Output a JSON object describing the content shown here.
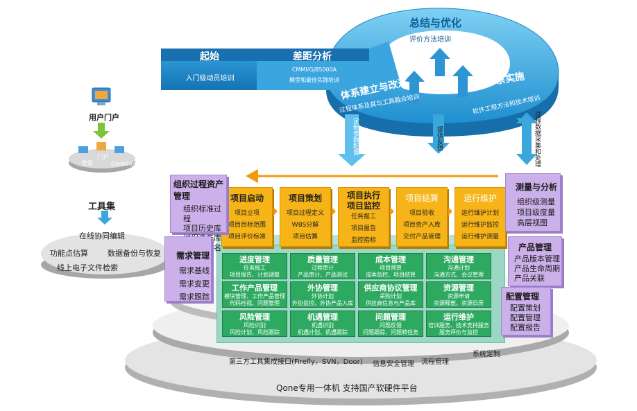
{
  "cycle": {
    "start": {
      "title": "起始",
      "sub": "入门级动员培训"
    },
    "gap": {
      "title": "差距分析",
      "sub1": "CMMI/GJB5000A",
      "sub2": "模型和最佳实践培训"
    },
    "summary": {
      "title": "总结与优化",
      "sub": "评价方法培训"
    },
    "build": {
      "title": "体系建立与改进",
      "sub": "过程体系及其与工具融合培训"
    },
    "implement": {
      "title": "体系实施",
      "sub": "软件工程方法和技术培训"
    },
    "arrow_labels": {
      "define": "定制参数配置",
      "feedback": "提供反馈",
      "collect": "过程数据采集和处理"
    }
  },
  "user_portal": {
    "label": "用户门户",
    "login": "登录",
    "portal": "门户",
    "dashboard": "DashBoard"
  },
  "toolset": {
    "title": "工具集",
    "items": [
      "在线协同编辑",
      "功能点估算",
      "数据备份与恢复",
      "线上电子文件检索"
    ]
  },
  "left_panels": {
    "assets": {
      "title": "组织过程资产管理",
      "items": [
        "组织标准过程",
        "项目历史库",
        "过程资产库",
        "合格供应名录"
      ]
    },
    "req": {
      "title": "需求管理",
      "items": [
        "需求基线",
        "需求变更",
        "需求跟踪"
      ]
    }
  },
  "right_panels": {
    "measure": {
      "title": "测量与分析",
      "items": [
        "组织级测量",
        "项目级度量",
        "高层视图"
      ]
    },
    "product": {
      "title": "产品管理",
      "items": [
        "产品版本管理",
        "产品生命周期",
        "产品关联"
      ]
    },
    "config": {
      "title": "配置管理",
      "items": [
        "配置策划",
        "配置管理",
        "配置报告"
      ]
    }
  },
  "phases": [
    {
      "title": "项目启动",
      "items": [
        "项目立项",
        "项目目标范围",
        "项目评价标准"
      ]
    },
    {
      "title": "项目策划",
      "items": [
        "项目过程定义",
        "WBS分解",
        "项目估算"
      ]
    },
    {
      "title": "项目执行\n项目监控",
      "items": [
        "任务报工",
        "项目报告",
        "监控指标"
      ]
    },
    {
      "title": "项目结算",
      "items": [
        "项目验收",
        "项目资产入库",
        "交付产品管理"
      ]
    },
    {
      "title": "运行维护",
      "items": [
        "运行维护计划",
        "运行维护监控",
        "运行维护测量"
      ]
    }
  ],
  "grid": [
    {
      "title": "进度管理",
      "sub": [
        "任务报工",
        "项目报告、计划调整"
      ]
    },
    {
      "title": "质量管理",
      "sub": [
        "过程审计",
        "产品审计、产品测试"
      ]
    },
    {
      "title": "成本管理",
      "sub": [
        "项目预算",
        "成本监控、项目结算"
      ]
    },
    {
      "title": "沟通管理",
      "sub": [
        "沟通计划",
        "沟通方式、会议管理"
      ]
    },
    {
      "title": "工作产品管理",
      "sub": [
        "模块管理、工作产品管理",
        "代码检视、问题管理"
      ]
    },
    {
      "title": "外协管理",
      "sub": [
        "外协计划",
        "外协监控、外协产品入库"
      ]
    },
    {
      "title": "供应商协议管理",
      "sub": [
        "采购计划",
        "供应商信息与产品库"
      ]
    },
    {
      "title": "资源管理",
      "sub": [
        "资源申请",
        "资源释放、资源日历"
      ]
    },
    {
      "title": "风险管理",
      "sub": [
        "风险识别",
        "风险计划、风险跟踪"
      ]
    },
    {
      "title": "机遇管理",
      "sub": [
        "机遇识别",
        "机遇计划、机遇跟踪"
      ]
    },
    {
      "title": "问题管理",
      "sub": [
        "问题反馈",
        "问题跟踪、问题转任务"
      ]
    },
    {
      "title": "运行维护",
      "sub": [
        "培训服务、技术支持服务",
        "服务评价与监控"
      ]
    }
  ],
  "platform": {
    "integration": "第三方工具集成接口(Firefly，SVN，Door)",
    "security": "信息安全管理",
    "process": "流程管理",
    "custom": "系统定制",
    "base": "Qone专用一体机 支持国产软硬件平台"
  },
  "colors": {
    "blue": "#3aa6dc",
    "dark_blue": "#1c7fbd",
    "orange": "#f7b418",
    "green": "#2da960",
    "purple": "#cbb0e9",
    "teal": "#9ad7c5"
  }
}
